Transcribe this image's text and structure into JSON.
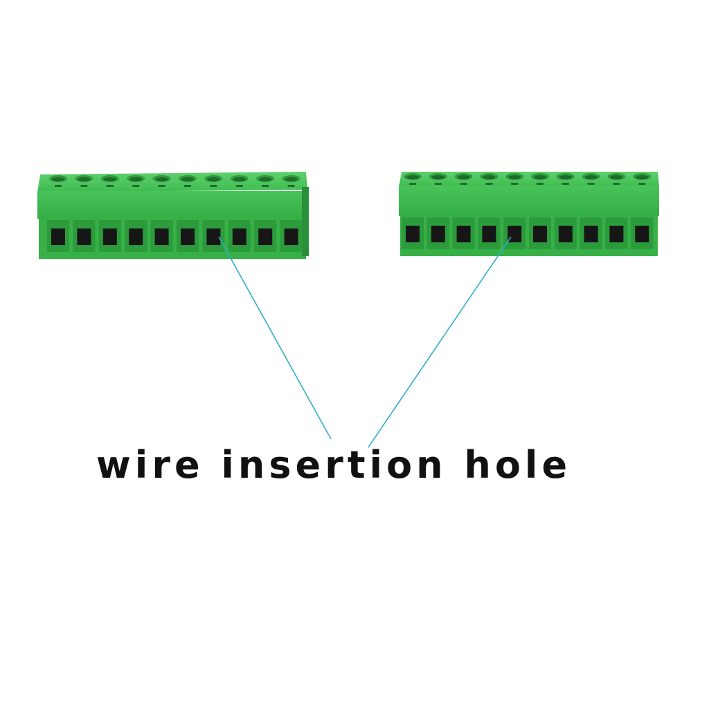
{
  "caption": {
    "text": "wire insertion hole"
  },
  "connectors": [
    {
      "name": "left-terminal-block",
      "positions": 10
    },
    {
      "name": "right-terminal-block",
      "positions": 10
    }
  ],
  "colors": {
    "background": "#ffffff",
    "body": "#39b54a",
    "body_dark": "#2a9a3a",
    "body_light": "#4cc85c",
    "hole": "#1a1a1a",
    "leader_line": "#2bb0c8",
    "text": "#111111"
  }
}
